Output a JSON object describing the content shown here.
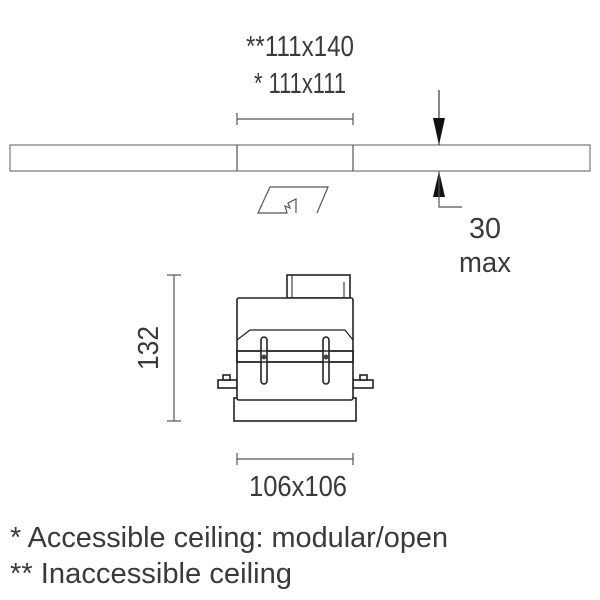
{
  "dimensions": {
    "cutout_inaccessible": "**111x140",
    "cutout_accessible": "* 111x111",
    "ceiling_thickness": "30",
    "ceiling_thickness_unit": "max",
    "height": "132",
    "fixture_size": "106x106"
  },
  "notes": [
    "* Accessible ceiling: modular/open",
    "** Inaccessible ceiling"
  ]
}
